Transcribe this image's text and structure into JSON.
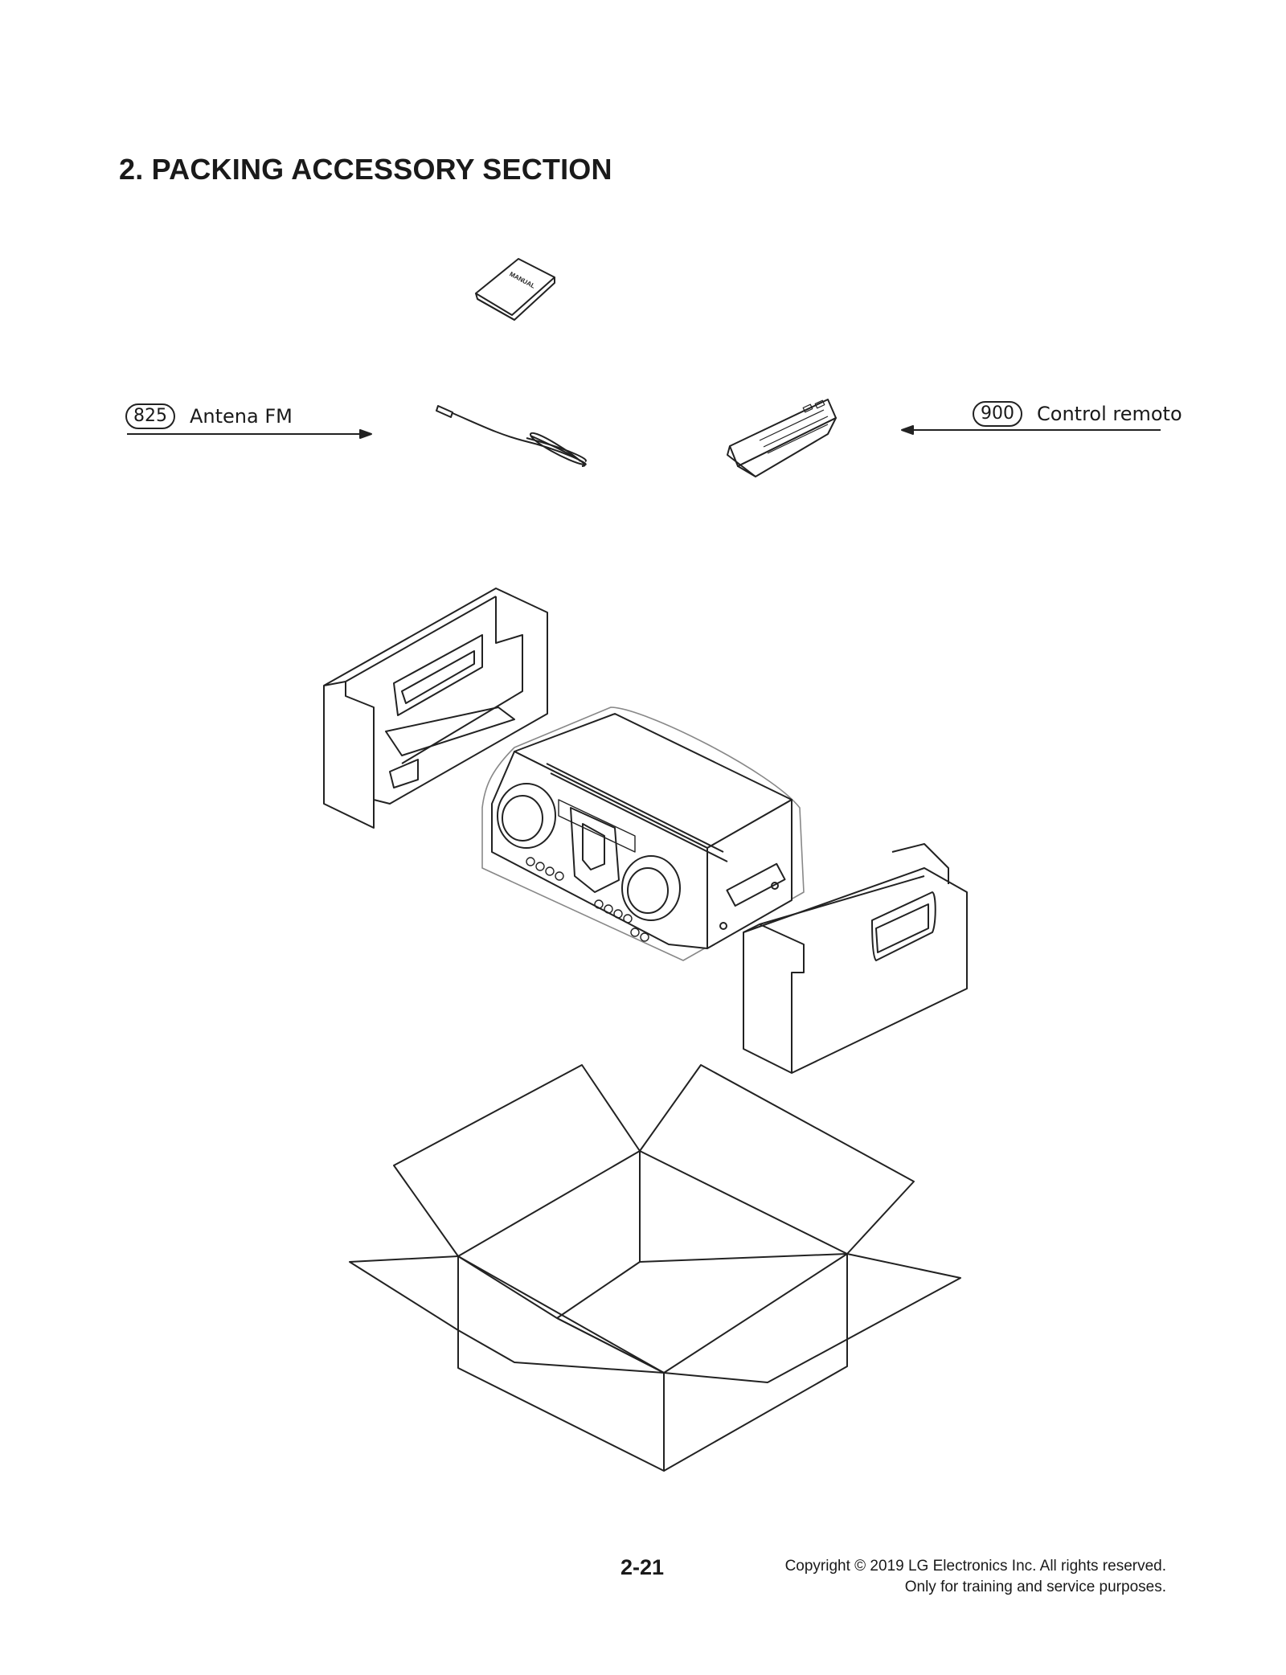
{
  "page": {
    "section_title": "2. PACKING ACCESSORY SECTION",
    "page_number": "2-21",
    "copyright_line1": "Copyright © 2019 LG Electronics Inc. All rights reserved.",
    "copyright_line2": "Only for training and service purposes."
  },
  "parts": [
    {
      "number": "825",
      "name": "Antena FM"
    },
    {
      "number": "900",
      "name": "Control remoto"
    }
  ],
  "manual_label": "MANUAL"
}
